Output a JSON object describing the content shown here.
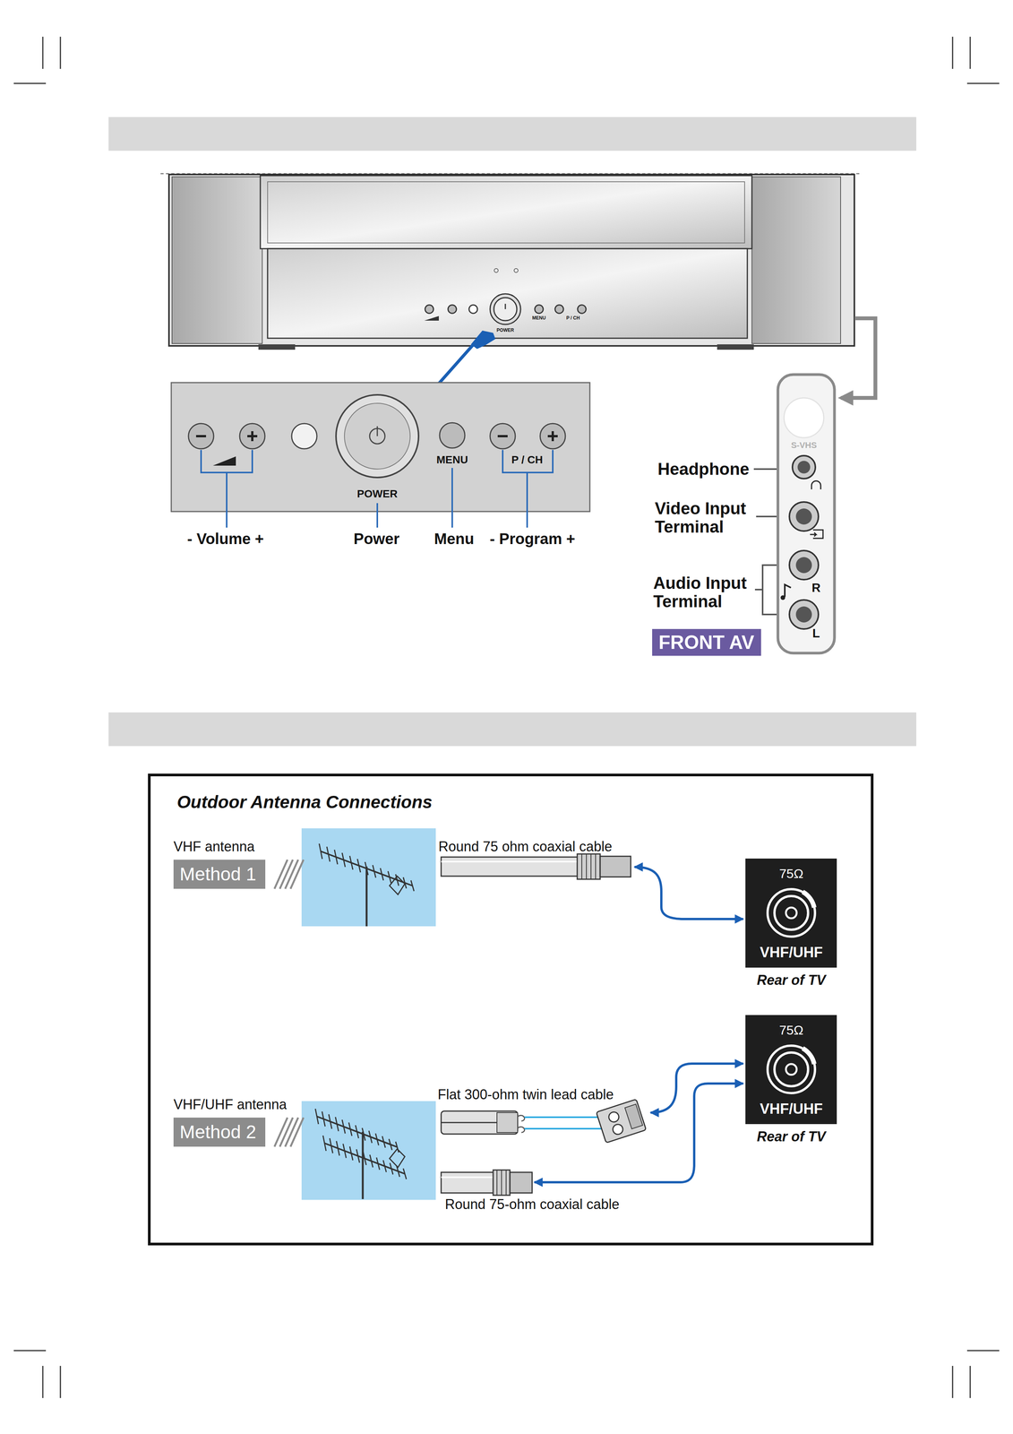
{
  "diagram": {
    "nodes": [
      {
        "text": [
          "MENU",
          "P / CH",
          "POWER"
        ]
      },
      {
        "text": [
          "S-VHS",
          "R",
          "L"
        ]
      },
      {
        "text": [
          "FRONT AV"
        ]
      },
      {
        "text": [
          "Outdoor Antenna Connections"
        ]
      },
      {
        "text": [
          "VHF antenna",
          "Method 1"
        ],
        "in": 3
      },
      {
        "text": [
          "75Ω",
          "VHF/UHF",
          "Rear of TV"
        ],
        "in": 3
      },
      {
        "text": [
          "VHF/UHF antenna",
          "Method 2"
        ],
        "in": 3
      },
      {
        "text": [
          "75Ω",
          "VHF/UHF",
          "Rear of TV"
        ],
        "in": 3
      }
    ],
    "labels": [
      "POWER",
      "MENU",
      "P / CH",
      "- Volume +",
      "Power",
      "Menu",
      "- Program +",
      "Headphone",
      "Video Input Terminal",
      "Audio Input Terminal",
      "Round 75 ohm coaxial cable",
      "Flat 300-ohm twin lead cable",
      "Round 75-ohm coaxial cable"
    ]
  }
}
